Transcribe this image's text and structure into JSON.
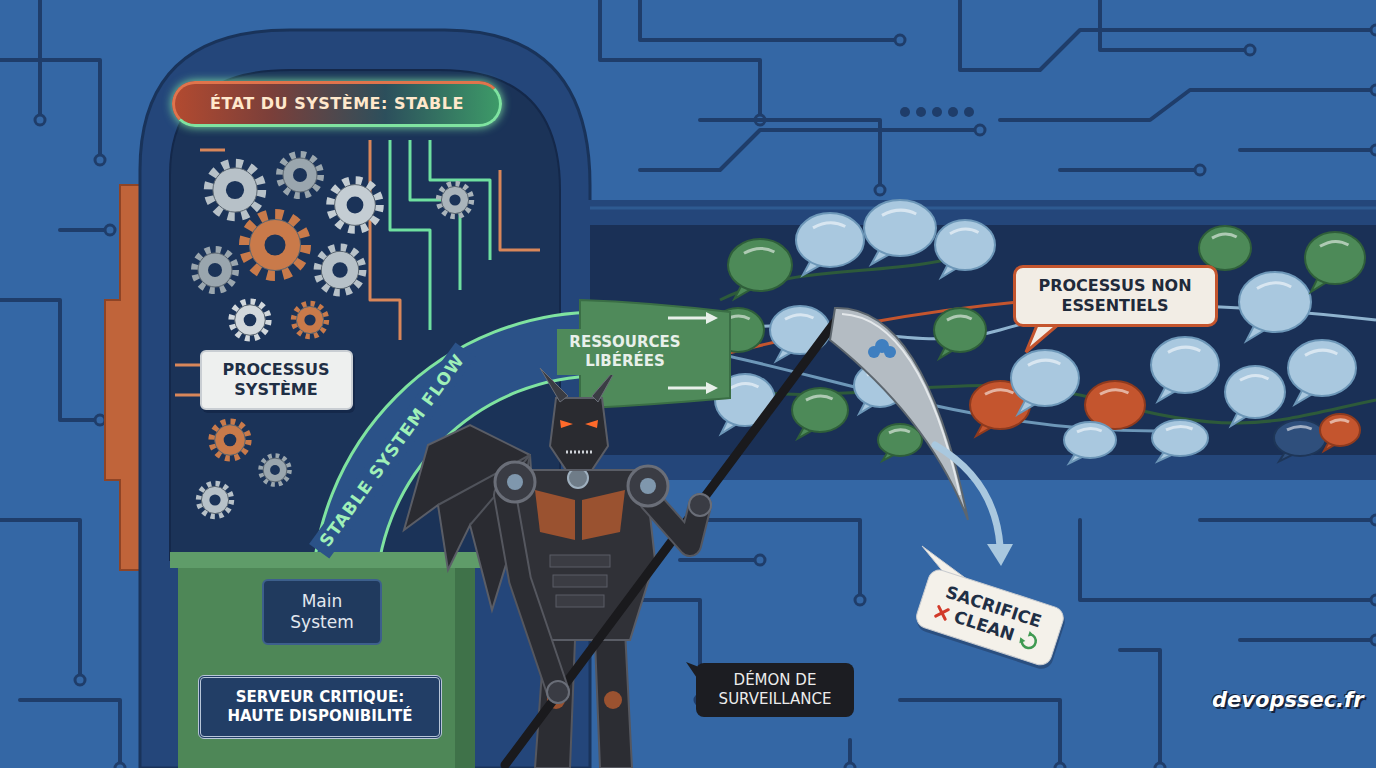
{
  "diagram": {
    "nodes": [
      {
        "text": [
          "ÉTAT DU SYSTÈME: STABLE"
        ]
      },
      {
        "text": [
          "PROCESSUS NON ESSENTIELS"
        ]
      },
      {
        "text": [
          "PROCESSUS SYSTÈME"
        ]
      },
      {
        "text": [
          "RESSOURCES LIBÉRÉES"
        ]
      },
      {
        "text": [
          "STABLE SYSTEM FLOW"
        ]
      },
      {
        "text": [
          "SACRIFICE",
          "CLEAN"
        ]
      },
      {
        "text": [
          "Main System"
        ]
      },
      {
        "text": [
          "DÉMON DE SURVEILLANCE"
        ]
      },
      {
        "text": [
          "SERVEUR CRITIQUE: HAUTE DISPONIBILITÉ"
        ]
      }
    ],
    "labels": [
      "devopssec.fr"
    ]
  }
}
